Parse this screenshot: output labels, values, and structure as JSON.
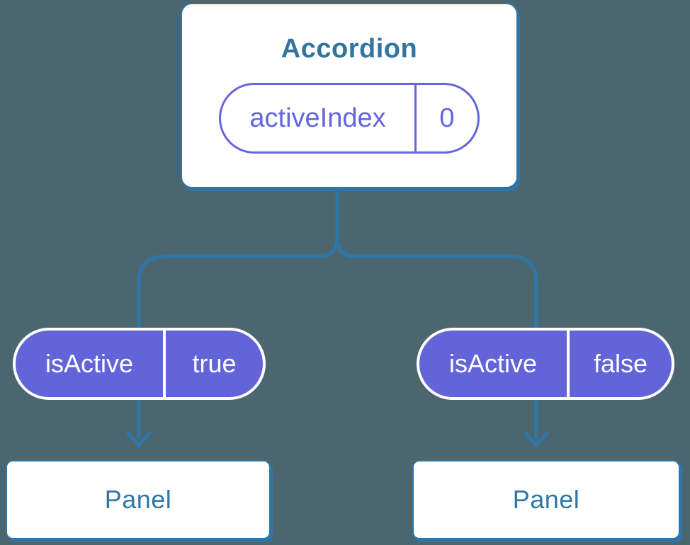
{
  "diagram": {
    "type": "component-tree",
    "background_color": "#4C6670",
    "colors": {
      "connector_line": "#2E76A8",
      "card_background": "#FFFFFF",
      "card_border": "#2E76A8",
      "heading_text": "#30749F",
      "panel_text": "#2E76A8",
      "prop_pill_fill": "#6464D9",
      "prop_pill_border": "#FFFFFF",
      "prop_pill_text": "#FFFFFF",
      "state_pill_border": "#6565DC",
      "state_pill_text": "#6565DC"
    },
    "accordion": {
      "title": "Accordion",
      "state": {
        "label": "activeIndex",
        "value": "0"
      }
    },
    "children": [
      {
        "prop": {
          "label": "isActive",
          "value": "true"
        },
        "panel_label": "Panel"
      },
      {
        "prop": {
          "label": "isActive",
          "value": "false"
        },
        "panel_label": "Panel"
      }
    ]
  }
}
